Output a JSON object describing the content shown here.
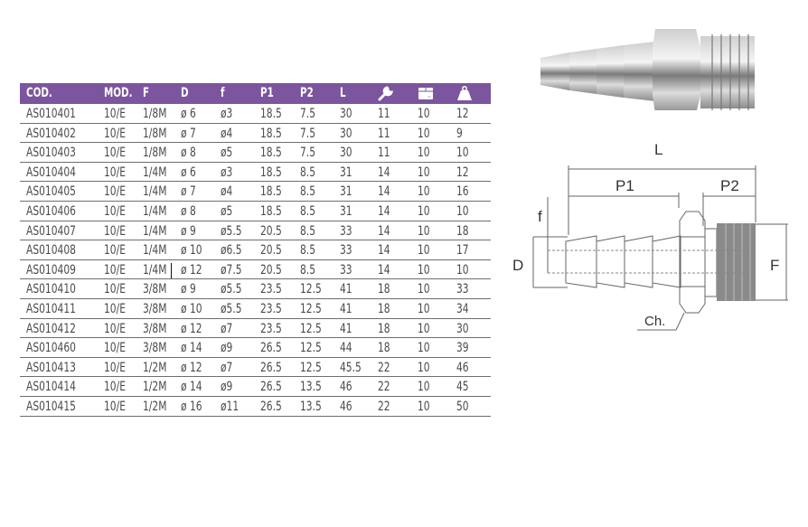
{
  "table": {
    "header_color": "#7b559e",
    "columns": [
      {
        "key": "cod",
        "label": "COD."
      },
      {
        "key": "mod",
        "label": "MOD."
      },
      {
        "key": "F",
        "label": "F"
      },
      {
        "key": "D",
        "label": "D"
      },
      {
        "key": "f",
        "label": "f"
      },
      {
        "key": "P1",
        "label": "P1"
      },
      {
        "key": "P2",
        "label": "P2"
      },
      {
        "key": "L",
        "label": "L"
      },
      {
        "key": "wrench",
        "label": "",
        "icon": "wrench-icon"
      },
      {
        "key": "box",
        "label": "",
        "icon": "box-icon"
      },
      {
        "key": "weight",
        "label": "",
        "icon": "weight-icon"
      }
    ],
    "rows": [
      [
        "AS010401",
        "10/E",
        "1/8M",
        "ø 6",
        "ø3",
        "18.5",
        "7.5",
        "30",
        "11",
        "10",
        "12"
      ],
      [
        "AS010402",
        "10/E",
        "1/8M",
        "ø 7",
        "ø4",
        "18.5",
        "7.5",
        "30",
        "11",
        "10",
        "9"
      ],
      [
        "AS010403",
        "10/E",
        "1/8M",
        "ø 8",
        "ø5",
        "18.5",
        "7.5",
        "30",
        "11",
        "10",
        "10"
      ],
      [
        "AS010404",
        "10/E",
        "1/4M",
        "ø 6",
        "ø3",
        "18.5",
        "8.5",
        "31",
        "14",
        "10",
        "12"
      ],
      [
        "AS010405",
        "10/E",
        "1/4M",
        "ø 7",
        "ø4",
        "18.5",
        "8.5",
        "31",
        "14",
        "10",
        "16"
      ],
      [
        "AS010406",
        "10/E",
        "1/4M",
        "ø 8",
        "ø5",
        "18.5",
        "8.5",
        "31",
        "14",
        "10",
        "10"
      ],
      [
        "AS010407",
        "10/E",
        "1/4M",
        "ø 9",
        "ø5.5",
        "20.5",
        "8.5",
        "33",
        "14",
        "10",
        "18"
      ],
      [
        "AS010408",
        "10/E",
        "1/4M",
        "ø 10",
        "ø6.5",
        "20.5",
        "8.5",
        "33",
        "14",
        "10",
        "17"
      ],
      [
        "AS010409",
        "10/E",
        "1/4M",
        "ø 12",
        "ø7.5",
        "20.5",
        "8.5",
        "33",
        "14",
        "10",
        "10"
      ],
      [
        "AS010410",
        "10/E",
        "3/8M",
        "ø 9",
        "ø5.5",
        "23.5",
        "12.5",
        "41",
        "18",
        "10",
        "33"
      ],
      [
        "AS010411",
        "10/E",
        "3/8M",
        "ø 10",
        "ø5.5",
        "23.5",
        "12.5",
        "41",
        "18",
        "10",
        "34"
      ],
      [
        "AS010412",
        "10/E",
        "3/8M",
        "ø 12",
        "ø7",
        "23.5",
        "12.5",
        "41",
        "18",
        "10",
        "30"
      ],
      [
        "AS010460",
        "10/E",
        "3/8M",
        "ø 14",
        "ø9",
        "26.5",
        "12.5",
        "44",
        "18",
        "10",
        "39"
      ],
      [
        "AS010413",
        "10/E",
        "1/2M",
        "ø 12",
        "ø7",
        "26.5",
        "12.5",
        "45.5",
        "22",
        "10",
        "46"
      ],
      [
        "AS010414",
        "10/E",
        "1/2M",
        "ø 14",
        "ø9",
        "26.5",
        "13.5",
        "46",
        "22",
        "10",
        "45"
      ],
      [
        "AS010415",
        "10/E",
        "1/2M",
        "ø 16",
        "ø11",
        "26.5",
        "13.5",
        "46",
        "22",
        "10",
        "50"
      ]
    ]
  },
  "diagram": {
    "labels": {
      "L": "L",
      "P1": "P1",
      "P2": "P2",
      "f": "f",
      "D": "D",
      "F": "F",
      "Ch": "Ch."
    }
  }
}
